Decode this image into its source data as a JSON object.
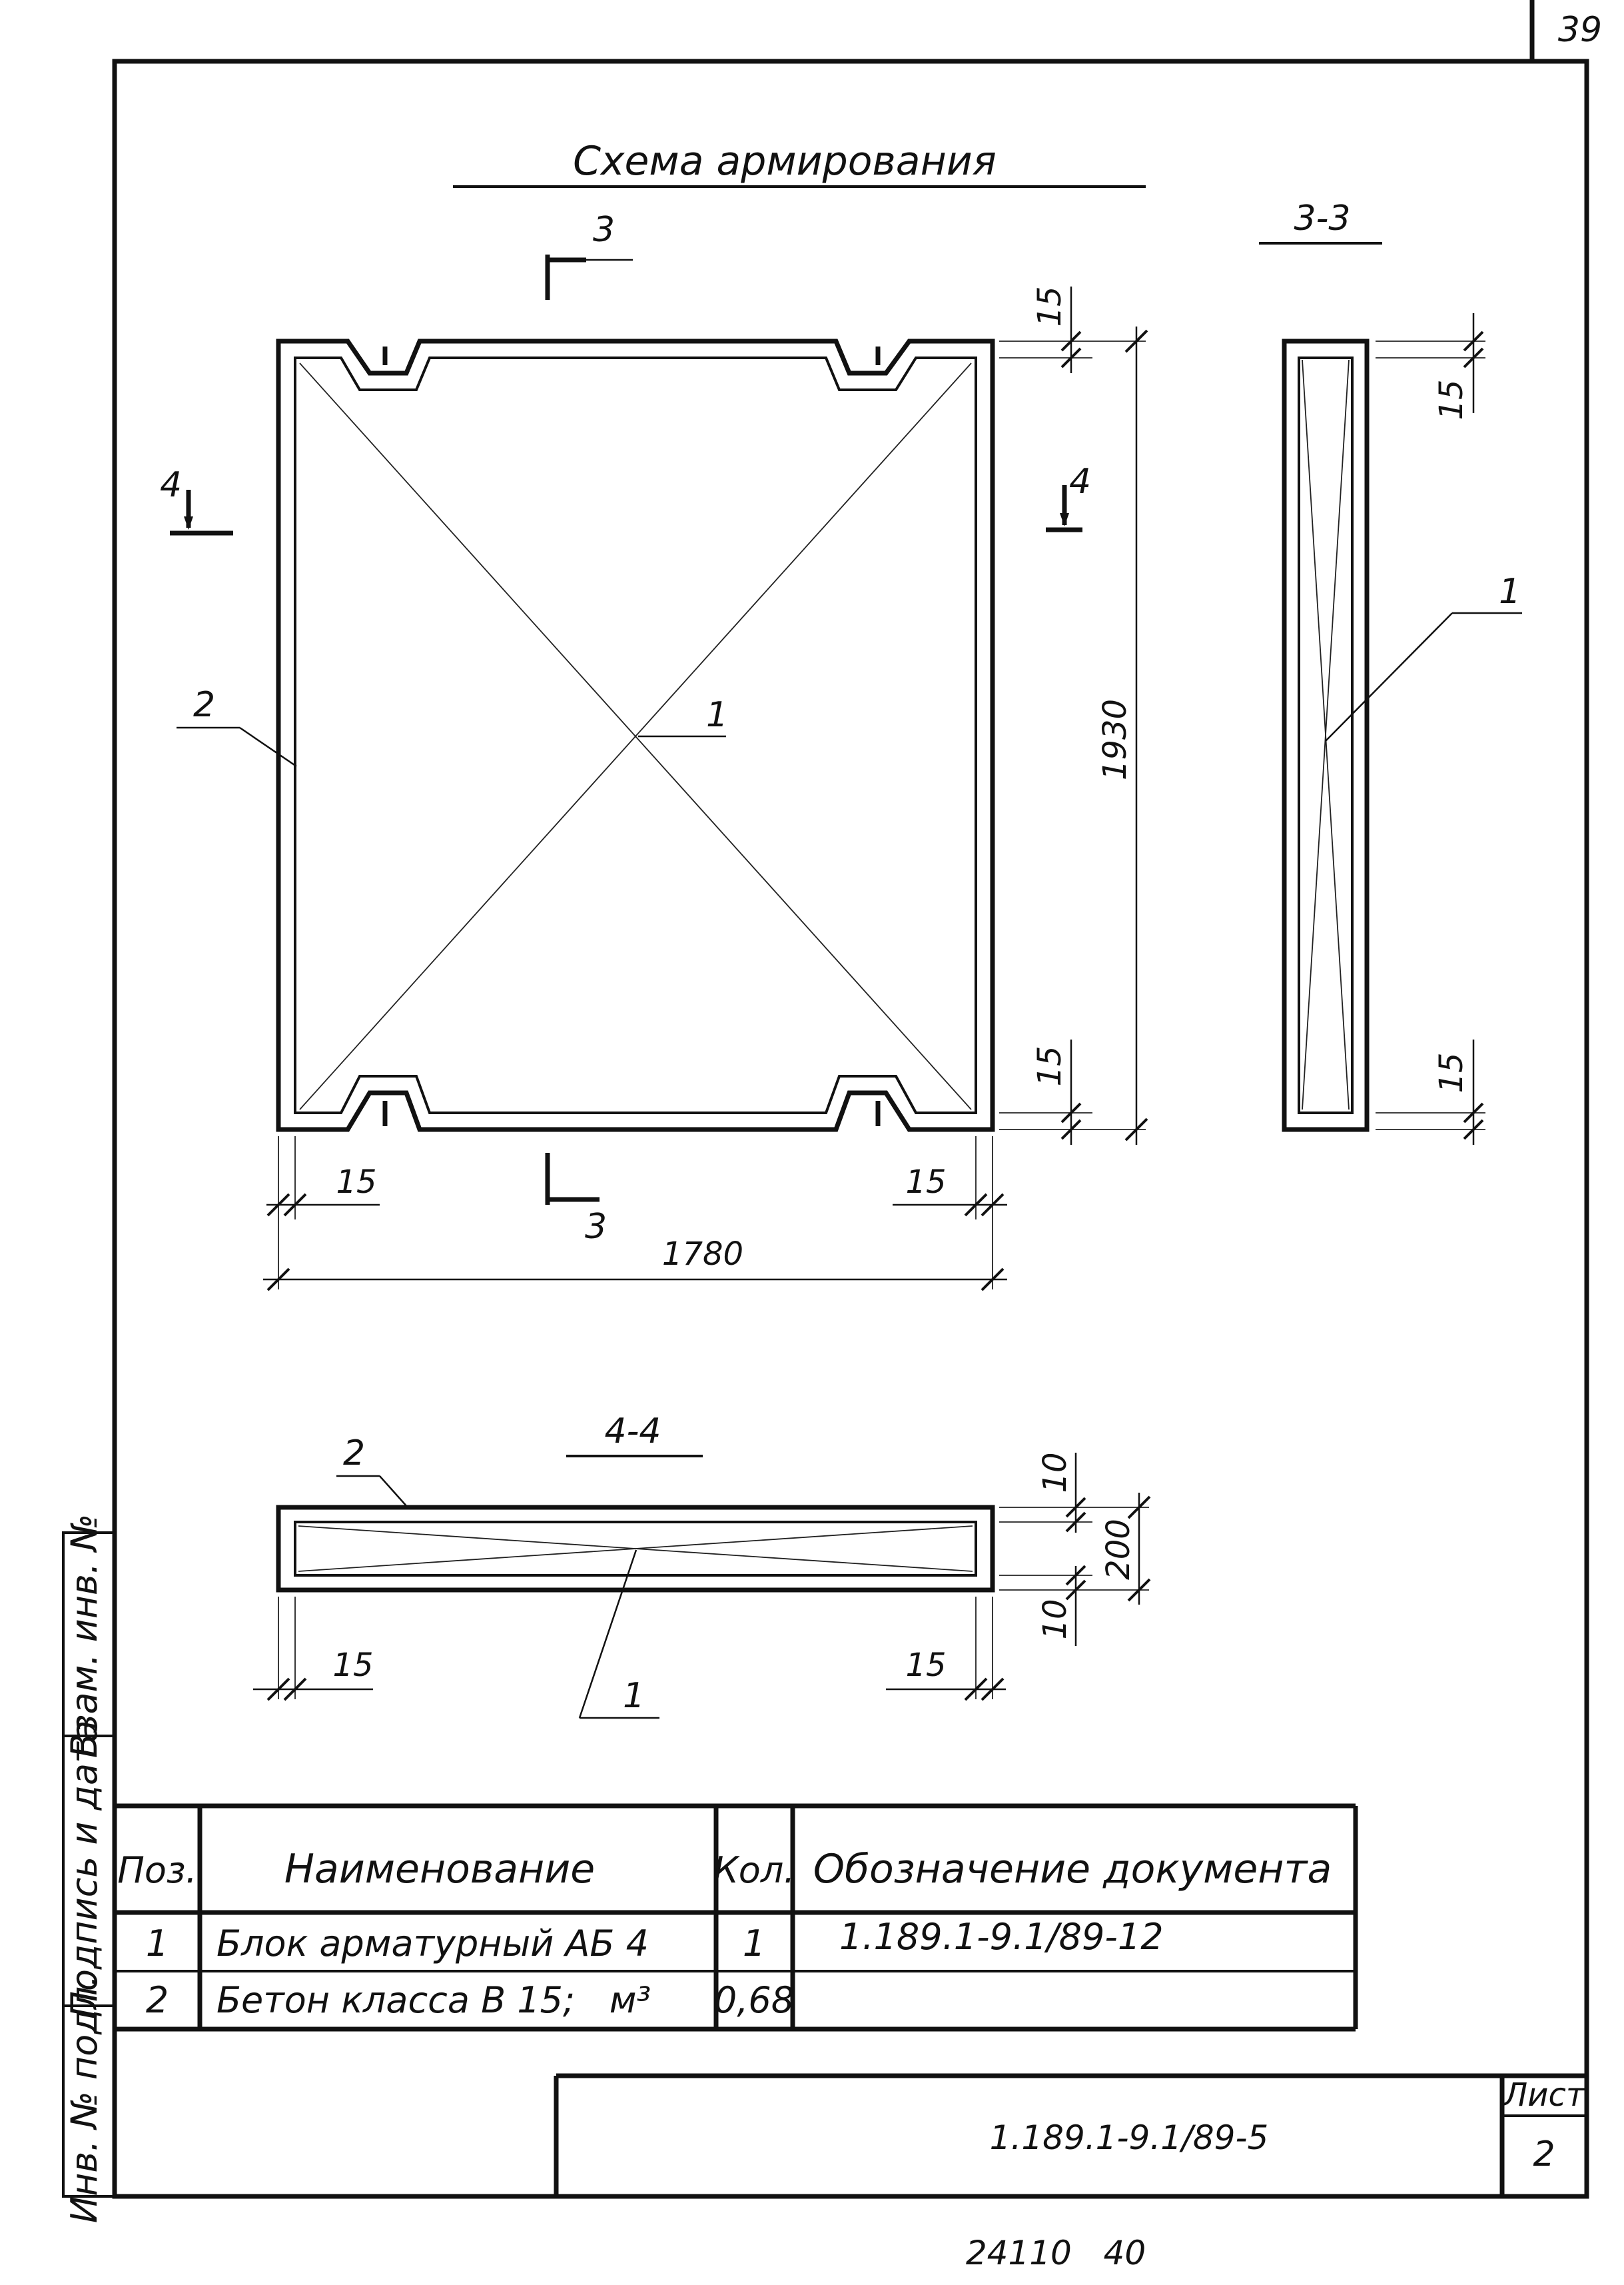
{
  "page_number": "39",
  "title": "Схема армирования",
  "sections": {
    "cut_3": "3",
    "cut_4": "4",
    "view_3_3": "3-3",
    "view_4_4": "4-4"
  },
  "dimensions": {
    "width": "1780",
    "height": "1930",
    "cover": "15",
    "cover_4_4": "10",
    "thickness": "200"
  },
  "callouts": {
    "pos1": "1",
    "pos2": "2"
  },
  "spec_table": {
    "headers": {
      "pos": "Поз.",
      "name": "Наименование",
      "qty": "Кол.",
      "doc": "Обозначение документа"
    },
    "rows": [
      {
        "pos": "1",
        "name": "Блок арматурный АБ 4",
        "qty": "1",
        "doc": "1.189.1-9.1/89-12"
      },
      {
        "pos": "2",
        "name": "Бетон класса В 15;   м³",
        "qty": "0,68",
        "doc": ""
      }
    ]
  },
  "side_stamp": {
    "inv_orig": "Инв. № подл.",
    "sign_date": "Подпись и дата",
    "swap_inv": "Взам. инв. №"
  },
  "title_block": {
    "doc_code": "1.189.1-9.1/89-5",
    "sheet_label": "Лист",
    "sheet_number": "2"
  },
  "footer_code": "24110   40"
}
